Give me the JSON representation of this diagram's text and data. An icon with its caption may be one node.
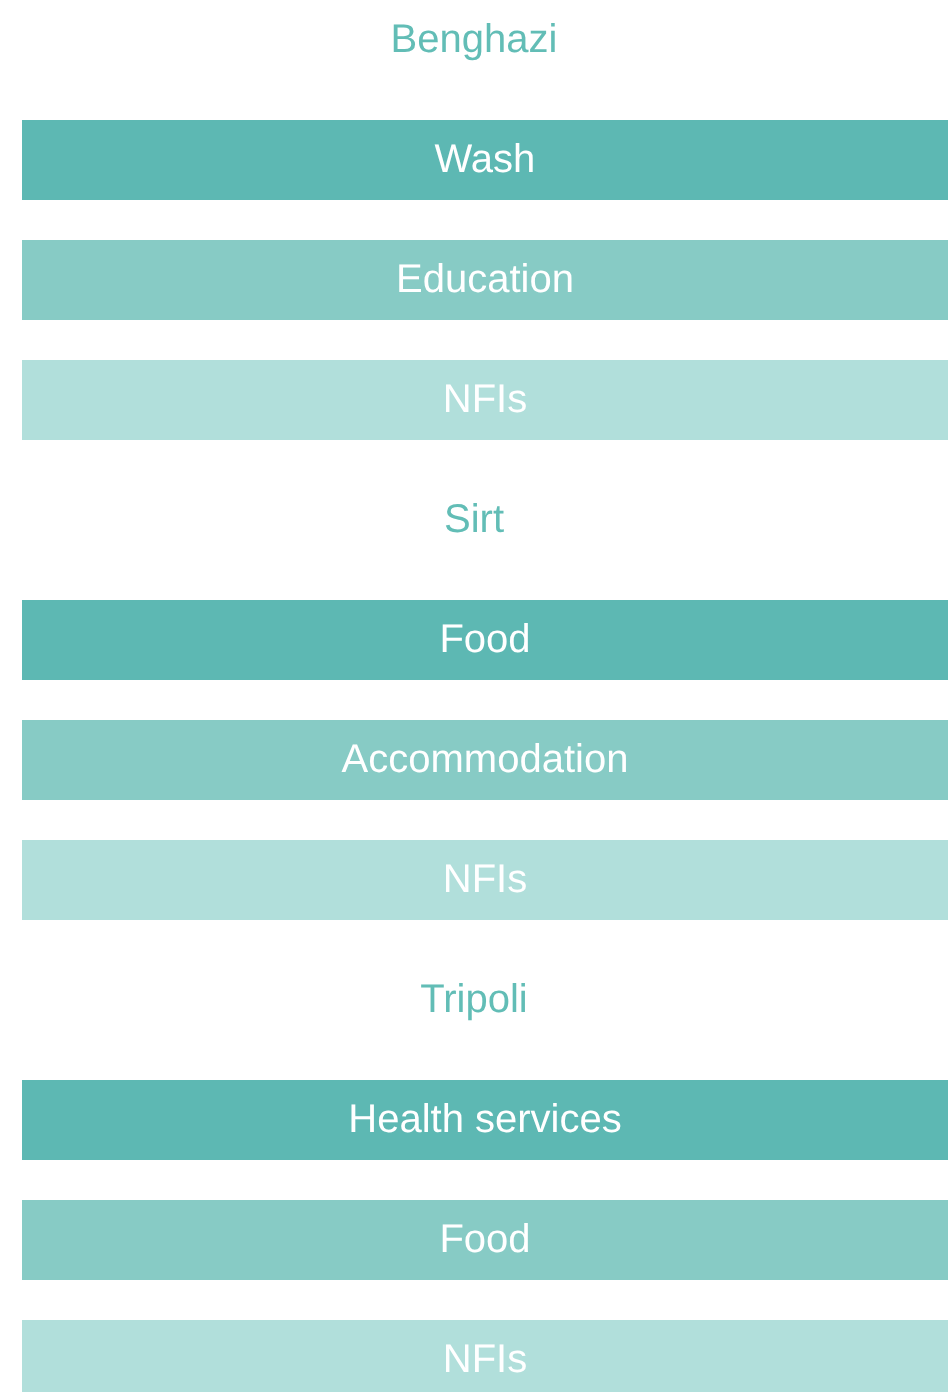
{
  "diagram": {
    "nodes": [
      {
        "text": [
          "Wash"
        ]
      },
      {
        "text": [
          "Education"
        ]
      },
      {
        "text": [
          "NFIs"
        ]
      },
      {
        "text": [
          "Food"
        ]
      },
      {
        "text": [
          "Accommodation"
        ]
      },
      {
        "text": [
          "NFIs"
        ]
      },
      {
        "text": [
          "Health services"
        ]
      },
      {
        "text": [
          "Food"
        ]
      },
      {
        "text": [
          "NFIs"
        ]
      }
    ],
    "labels": [
      "Benghazi",
      "Sirt",
      "Tripoli"
    ]
  }
}
